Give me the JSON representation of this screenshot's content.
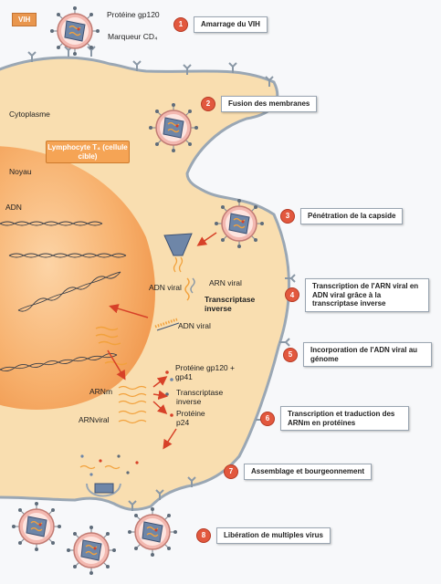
{
  "tags": {
    "vih": "VIH",
    "cell": "Lymphocyte T₄ (cellule cible)"
  },
  "labels": {
    "gp120": "Protéine gp120",
    "cd4": "Marqueur CD₄",
    "cytoplasme": "Cytoplasme",
    "noyau": "Noyau",
    "adn": "ADN",
    "adn_viral_1": "ADN viral",
    "arn_viral": "ARN viral",
    "transcriptase_inverse_1": "Transcriptase inverse",
    "adn_viral_2": "ADN viral",
    "gp120_gp41": "Protéine gp120 + gp41",
    "transcriptase_inverse_2": "Transcriptase inverse",
    "p24": "Protéine p24",
    "arnm": "ARNm",
    "arnviral": "ARNviral"
  },
  "steps": [
    {
      "num": "1",
      "label": "Amarrage du VIH"
    },
    {
      "num": "2",
      "label": "Fusion des membranes"
    },
    {
      "num": "3",
      "label": "Pénétration de la capside"
    },
    {
      "num": "4",
      "label": "Transcription de l'ARN viral en ADN viral grâce à la transcriptase inverse"
    },
    {
      "num": "5",
      "label": "Incorporation de l'ADN viral au génome"
    },
    {
      "num": "6",
      "label": "Transcription et traduction des ARNm en protéines"
    },
    {
      "num": "7",
      "label": "Assemblage et bourgeonnement"
    },
    {
      "num": "8",
      "label": "Libération de multiples virus"
    }
  ],
  "colors": {
    "cytoplasm": "#f9deb0",
    "membrane": "#9aa7b4",
    "nucleus": "#f6a860",
    "virus_envelope": "#f3b8b0",
    "capsid": "#6e86a8",
    "badge": "#e2583e",
    "arrow": "#d74128",
    "rna": "#f2a13c"
  },
  "icons": [
    "virus-icon",
    "receptor-icon",
    "arrow-icon",
    "dna-helix-icon"
  ]
}
